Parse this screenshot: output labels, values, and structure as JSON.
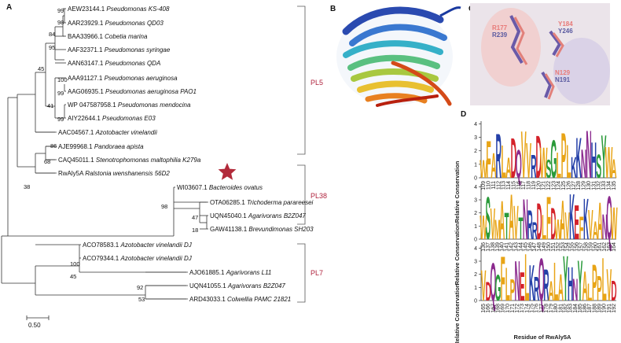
{
  "panels": {
    "a": "A",
    "b": "B",
    "c": "C",
    "d": "D"
  },
  "tree": {
    "leaves": [
      {
        "acc": "AEW23144.1",
        "sp": "Pseudomonas KS-408"
      },
      {
        "acc": "AAR23929.1",
        "sp": "Pseudomonas QD03"
      },
      {
        "acc": "BAA33966.1",
        "sp": "Cobetia marina"
      },
      {
        "acc": "AAF32371.1",
        "sp": "Pseudomonas syringae"
      },
      {
        "acc": "AAN63147.1",
        "sp": "Pseudomonas QDA"
      },
      {
        "acc": "AAA91127.1",
        "sp": "Pseudomonas aeruginosa"
      },
      {
        "acc": "AAG06935.1",
        "sp": "Pseudomonas aeruginosa PAO1"
      },
      {
        "acc": "WP 047587958.1",
        "sp": "Pseudomonas mendocina"
      },
      {
        "acc": "AIY22644.1",
        "sp": "Pseudomonas E03"
      },
      {
        "acc": "AAC04567.1",
        "sp": "Azotobacter vinelandii"
      },
      {
        "acc": "AJE99968.1",
        "sp": "Pandoraea apista"
      },
      {
        "acc": "CAQ45011.1",
        "sp": "Stenotrophomonas maltophilia K279a"
      },
      {
        "acc": "RwAly5A",
        "sp": "Ralstonia wenshanensis 56D2"
      },
      {
        "acc": "WI03607.1",
        "sp": "Bacteroides ovatus"
      },
      {
        "acc": "OTA06285.1",
        "sp": "Trichoderma parareesei"
      },
      {
        "acc": "UQN45040.1",
        "sp": "Agarivorans B2Z047"
      },
      {
        "acc": "GAW41138.1",
        "sp": "Brevundimonas SH203"
      },
      {
        "acc": "ACO78583.1",
        "sp": "Azotobacter vinelandii DJ"
      },
      {
        "acc": "ACO79344.1",
        "sp": "Azotobacter vinelandii DJ"
      },
      {
        "acc": "AJO61885.1",
        "sp": "Agarivorans L11"
      },
      {
        "acc": "UQN41055.1",
        "sp": "Agarivorans B2Z047"
      },
      {
        "acc": "ARD43033.1",
        "sp": "Colwellia PAMC 21821"
      }
    ],
    "bootstrap": [
      "99",
      "98",
      "84",
      "95",
      "45",
      "100",
      "99",
      "41",
      "99",
      "86",
      "68",
      "38",
      "98",
      "47",
      "18",
      "100",
      "45",
      "92",
      "53"
    ],
    "families": [
      "PL5",
      "PL38",
      "PL7"
    ],
    "scale": "0.50"
  },
  "structure_c": {
    "labels": [
      {
        "text": "R177",
        "color": "#e87a78"
      },
      {
        "text": "R239",
        "color": "#5a5aa0"
      },
      {
        "text": "Y184",
        "color": "#e87a78"
      },
      {
        "text": "Y246",
        "color": "#5a5aa0"
      },
      {
        "text": "N129",
        "color": "#e87a78"
      },
      {
        "text": "N191",
        "color": "#5a5aa0"
      }
    ]
  },
  "logo": {
    "ylabel": "Relative Conservation",
    "xlabel": "Residue of RwAly5A",
    "yticks": [
      "0",
      "1",
      "2",
      "3",
      "4"
    ],
    "row1": {
      "seq": "WFARLADQVVRDWSGLPLKKNNHSYWAA",
      "nums": [
        "109",
        "110",
        "111",
        "112",
        "113",
        "114",
        "115",
        "116",
        "117",
        "118",
        "119",
        "120",
        "121",
        "122",
        "123",
        "124",
        "125",
        "126",
        "127",
        "128",
        "129",
        "130",
        "131",
        "132",
        "133",
        "134",
        "135"
      ]
    },
    "row2": {
      "seq": "WSVMATAVTNRRDLFDWAVKEFKVAANQ",
      "nums": [
        "136",
        "137",
        "138",
        "139",
        "140",
        "141",
        "142",
        "143",
        "144",
        "145",
        "146",
        "147",
        "148",
        "149",
        "150",
        "151",
        "152",
        "153",
        "154",
        "155",
        "156",
        "157",
        "158",
        "159",
        "160",
        "161",
        "162",
        "163",
        "164"
      ]
    },
    "row3": {
      "seq": "VDQGFLPNELKRQRALAYHNYALPPL",
      "nums": [
        "165",
        "166",
        "167",
        "168",
        "169",
        "170",
        "171",
        "172",
        "173",
        "174",
        "175",
        "176",
        "177",
        "178",
        "179",
        "180",
        "181",
        "182",
        "183",
        "184",
        "185",
        "186",
        "187",
        "188",
        "189",
        "190",
        "191",
        "192"
      ]
    },
    "colors": {
      "hydrophobic": "#e8a416",
      "basic": "#2440a8",
      "acidic": "#d4222a",
      "polar": "#2a9a3a",
      "amide": "#8b2a8e"
    }
  }
}
